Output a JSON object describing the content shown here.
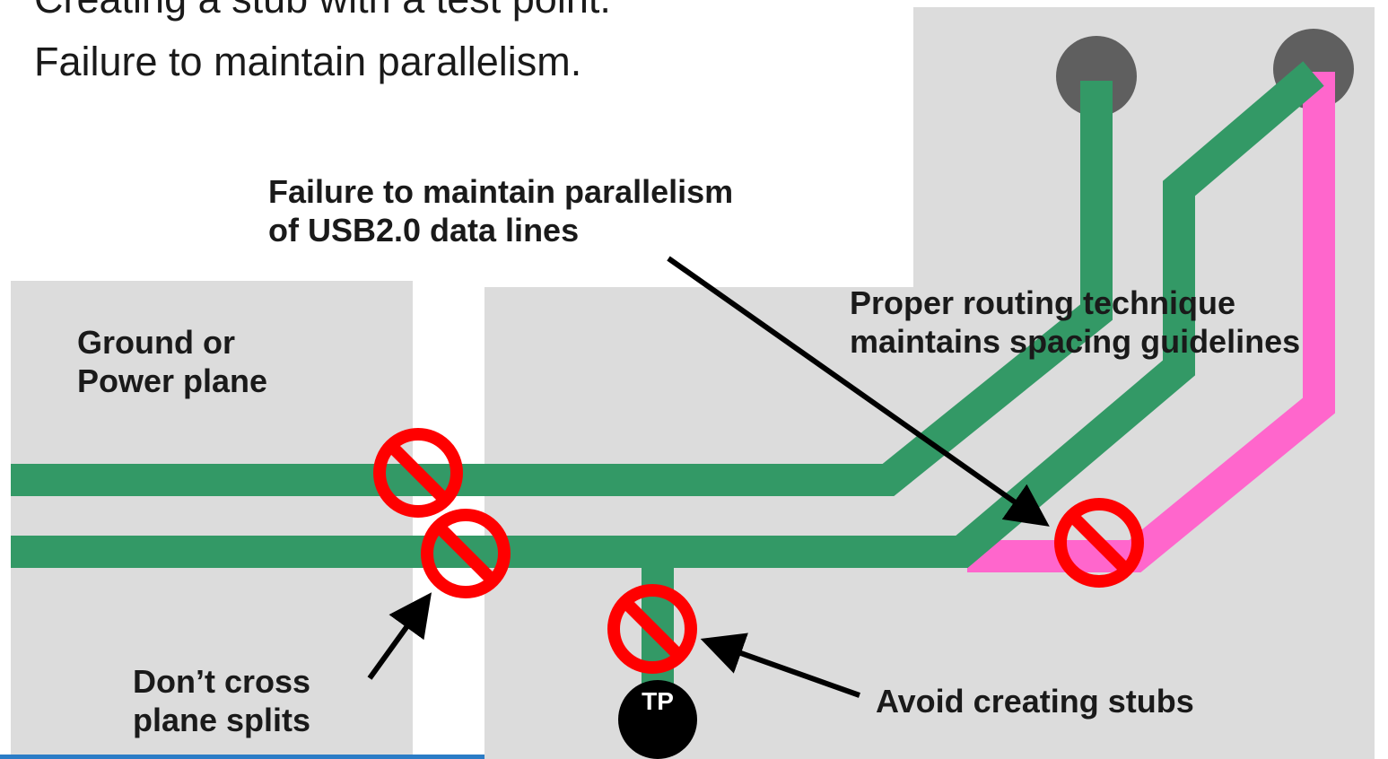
{
  "heading": {
    "line1": "Creating a stub with a test point.",
    "line2": "Failure to maintain parallelism."
  },
  "callouts": {
    "plane": [
      "Ground or",
      "Power plane"
    ],
    "parallelism": [
      "Failure to maintain parallelism",
      "of USB2.0 data lines"
    ],
    "proper_routing": [
      "Proper routing technique",
      "maintains spacing guidelines"
    ],
    "plane_split": [
      "Don’t cross",
      "plane splits"
    ],
    "stubs": "Avoid creating stubs"
  },
  "test_point_label": "TP",
  "colors": {
    "plane": "#dcdcdc",
    "trace": "#339966",
    "trace_mismatch": "#ff66cc",
    "prohibition": "#ff0000",
    "connector_pad": "#5f5f5f",
    "test_point": "#000000",
    "arrow": "#000000"
  },
  "icons": [
    "prohibition-icon",
    "arrow-icon",
    "connector-pad-icon",
    "test-point-icon"
  ]
}
